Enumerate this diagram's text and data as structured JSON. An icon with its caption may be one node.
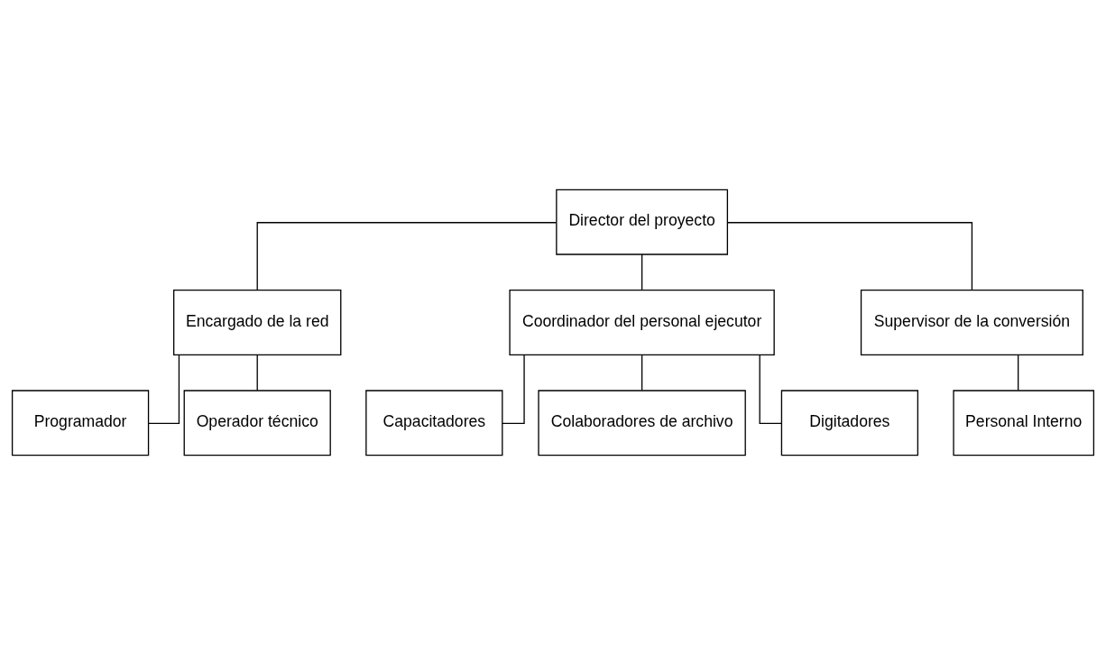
{
  "diagram": {
    "nodes": [
      {
        "text": [
          "Director del proyecto"
        ]
      },
      {
        "text": [
          "Encargado de la red"
        ]
      },
      {
        "text": [
          "Coordinador del personal ejecutor"
        ]
      },
      {
        "text": [
          "Supervisor de la conversión"
        ]
      },
      {
        "text": [
          "Programador"
        ]
      },
      {
        "text": [
          "Operador técnico"
        ]
      },
      {
        "text": [
          "Capacitadores"
        ]
      },
      {
        "text": [
          "Colaboradores de archivo"
        ]
      },
      {
        "text": [
          "Digitadores"
        ]
      },
      {
        "text": [
          "Personal Interno"
        ]
      }
    ],
    "edges": [
      {
        "from": 0,
        "to": 1,
        "arrow": "none"
      },
      {
        "from": 0,
        "to": 2,
        "arrow": "none"
      },
      {
        "from": 0,
        "to": 3,
        "arrow": "none"
      },
      {
        "from": 1,
        "to": 4,
        "arrow": "none"
      },
      {
        "from": 1,
        "to": 5,
        "arrow": "none"
      },
      {
        "from": 2,
        "to": 6,
        "arrow": "none"
      },
      {
        "from": 2,
        "to": 7,
        "arrow": "none"
      },
      {
        "from": 2,
        "to": 8,
        "arrow": "none"
      },
      {
        "from": 3,
        "to": 9,
        "arrow": "none"
      }
    ]
  }
}
